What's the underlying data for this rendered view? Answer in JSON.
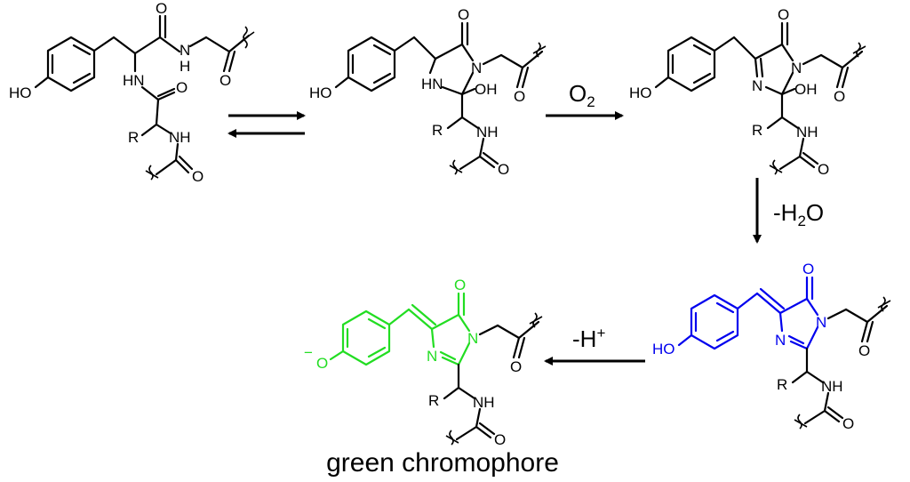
{
  "colors": {
    "black": "#000000",
    "blue": "#0000ee",
    "green": "#22dd22"
  },
  "arrows": {
    "step2_reagent": "O",
    "step2_reagent_sub": "2",
    "step3_reagent_prefix": "-H",
    "step3_reagent_sub": "2",
    "step3_reagent_suffix": "O",
    "step4_reagent": "-H",
    "step4_reagent_sup": "+"
  },
  "structure1": {
    "ho": "HO",
    "nh_a": "HN",
    "nh_b": "N",
    "nh_b_h": "H",
    "nh_c": "NH",
    "o1": "O",
    "o2": "O",
    "o3": "O",
    "o4": "O",
    "r": "R"
  },
  "structure2": {
    "ho": "HO",
    "hn": "HN",
    "n": "N",
    "oh": "OH",
    "nh": "NH",
    "o1": "O",
    "o2": "O",
    "o3": "O",
    "r": "R"
  },
  "structure3": {
    "ho": "HO",
    "n1": "N",
    "n2": "N",
    "oh": "OH",
    "nh": "NH",
    "o1": "O",
    "o2": "O",
    "o3": "O",
    "r": "R"
  },
  "structure4": {
    "ho": "HO",
    "n1": "N",
    "n2": "N",
    "nh": "NH",
    "o1": "O",
    "o2": "O",
    "o3": "O",
    "r": "R"
  },
  "structure5": {
    "o_minus": "O",
    "minus": "−",
    "n1": "N",
    "n2": "N",
    "nh": "NH",
    "o1": "O",
    "o2": "O",
    "o3": "O",
    "r": "R"
  },
  "caption": "green chromophore"
}
